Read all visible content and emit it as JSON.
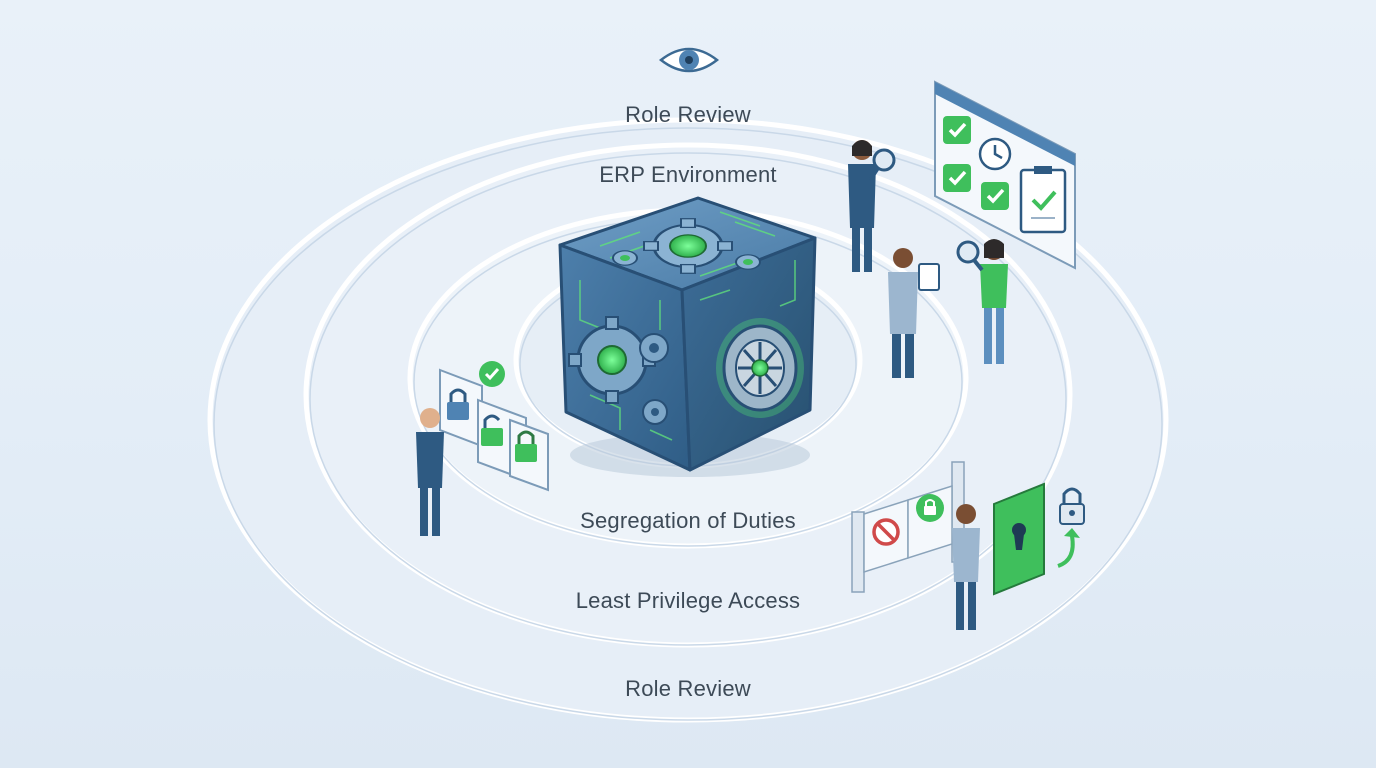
{
  "diagram": {
    "top_label": "Role Review",
    "erp_label": "ERP Environment",
    "sod_label": "Segregation of Duties",
    "lpa_label": "Least Privilege Access",
    "bottom_label": "Role Review"
  },
  "colors": {
    "accent_green": "#3fbf5c",
    "cube_blue": "#3e6f9a",
    "ring_stroke": "#ffffff",
    "text": "#3d4a57"
  },
  "icons": [
    "eye-icon",
    "erp-cube",
    "gear-icon",
    "vault-dial-icon",
    "padlock-icon",
    "checkmark-icon",
    "clock-icon",
    "clipboard-icon",
    "magnifier-icon",
    "no-entry-icon",
    "keyhole-icon"
  ]
}
